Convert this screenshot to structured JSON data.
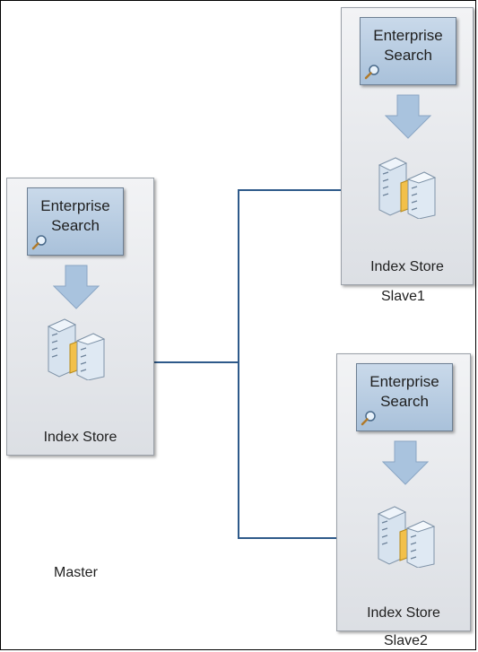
{
  "nodes": {
    "master": {
      "name": "Master",
      "search_label": "Enterprise Search",
      "store_label": "Index Store"
    },
    "slave1": {
      "name": "Slave1",
      "search_label": "Enterprise Search",
      "store_label": "Index Store"
    },
    "slave2": {
      "name": "Slave2",
      "search_label": "Enterprise Search",
      "store_label": "Index Store"
    }
  },
  "colors": {
    "connector": "#2e5a8a",
    "search_fill": "#b9cde3",
    "panel_fill": "#e4e6ea",
    "arrow_fill": "#a9c3de"
  },
  "icons": [
    "magnifier-icon",
    "down-arrow-icon",
    "server-icon",
    "arrow-head-icon"
  ]
}
